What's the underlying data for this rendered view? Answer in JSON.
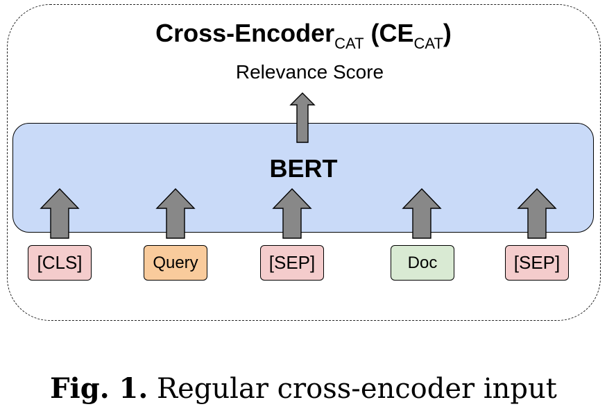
{
  "diagram": {
    "title": {
      "main": "Cross-Encoder",
      "main_sub": "CAT",
      "paren_open": "(CE",
      "paren_sub": "CAT",
      "paren_close": ")"
    },
    "output_label": "Relevance Score",
    "encoder_label": "BERT",
    "tokens": [
      {
        "label": "[CLS]",
        "color": "#f4cccc"
      },
      {
        "label": "Query",
        "color": "#f9cb9c"
      },
      {
        "label": "[SEP]",
        "color": "#f4cccc"
      },
      {
        "label": "Doc",
        "color": "#d9ead3"
      },
      {
        "label": "[SEP]",
        "color": "#f4cccc"
      }
    ],
    "colors": {
      "encoder_fill": "#c9daf8",
      "arrow_fill": "#888888"
    }
  },
  "caption": {
    "label": "Fig. 1.",
    "text": "Regular cross-encoder input"
  }
}
